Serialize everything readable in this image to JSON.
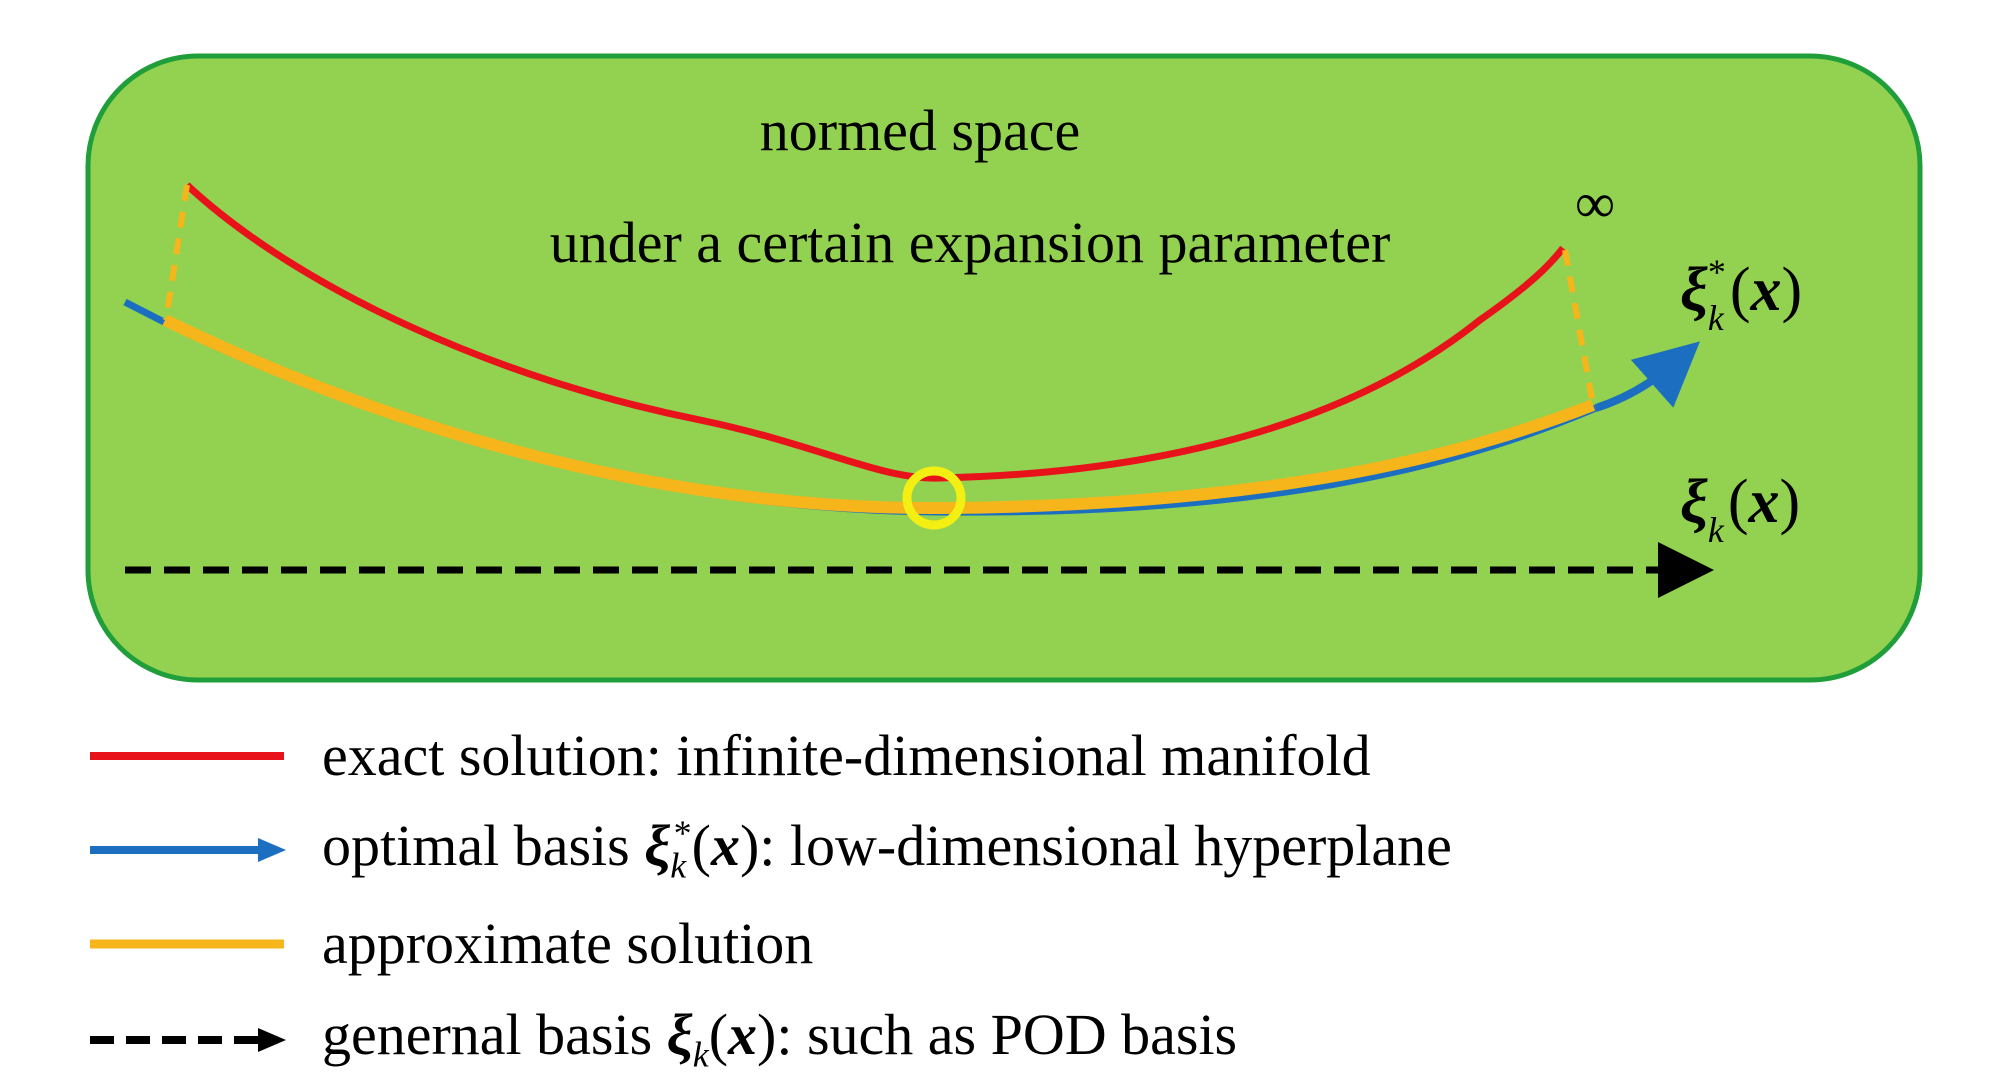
{
  "panel": {
    "title": "normed space",
    "subtitle": "under a certain expansion parameter",
    "infinity_label": "∞",
    "optimal_basis_label": {
      "symbol": "ξ",
      "subscript": "k",
      "superscript": "*",
      "argument": "x"
    },
    "general_basis_label": {
      "symbol": "ξ",
      "subscript": "k",
      "argument": "x"
    }
  },
  "legend": {
    "items": [
      {
        "color": "#e8131a",
        "style": "solid",
        "text": "exact solution: infinite-dimensional manifold"
      },
      {
        "color": "#1c6fc0",
        "style": "arrow",
        "text_before": "optimal basis ",
        "math": {
          "symbol": "ξ",
          "subscript": "k",
          "superscript": "*",
          "argument": "x"
        },
        "text_after": ": low-dimensional hyperplane"
      },
      {
        "color": "#f5b51b",
        "style": "solid",
        "text": "approximate solution"
      },
      {
        "color": "#000000",
        "style": "dashed-arrow",
        "text_before": "genernal basis ",
        "math": {
          "symbol": "ξ",
          "subscript": "k",
          "argument": "x"
        },
        "text_after": ": such as POD basis"
      }
    ]
  },
  "colors": {
    "panel_fill": "#93d250",
    "panel_border": "#1f9e3a",
    "exact": "#e8131a",
    "optimal": "#1c6fc0",
    "approx": "#f5b51b",
    "marker": "#f4ef12",
    "general": "#000000"
  }
}
